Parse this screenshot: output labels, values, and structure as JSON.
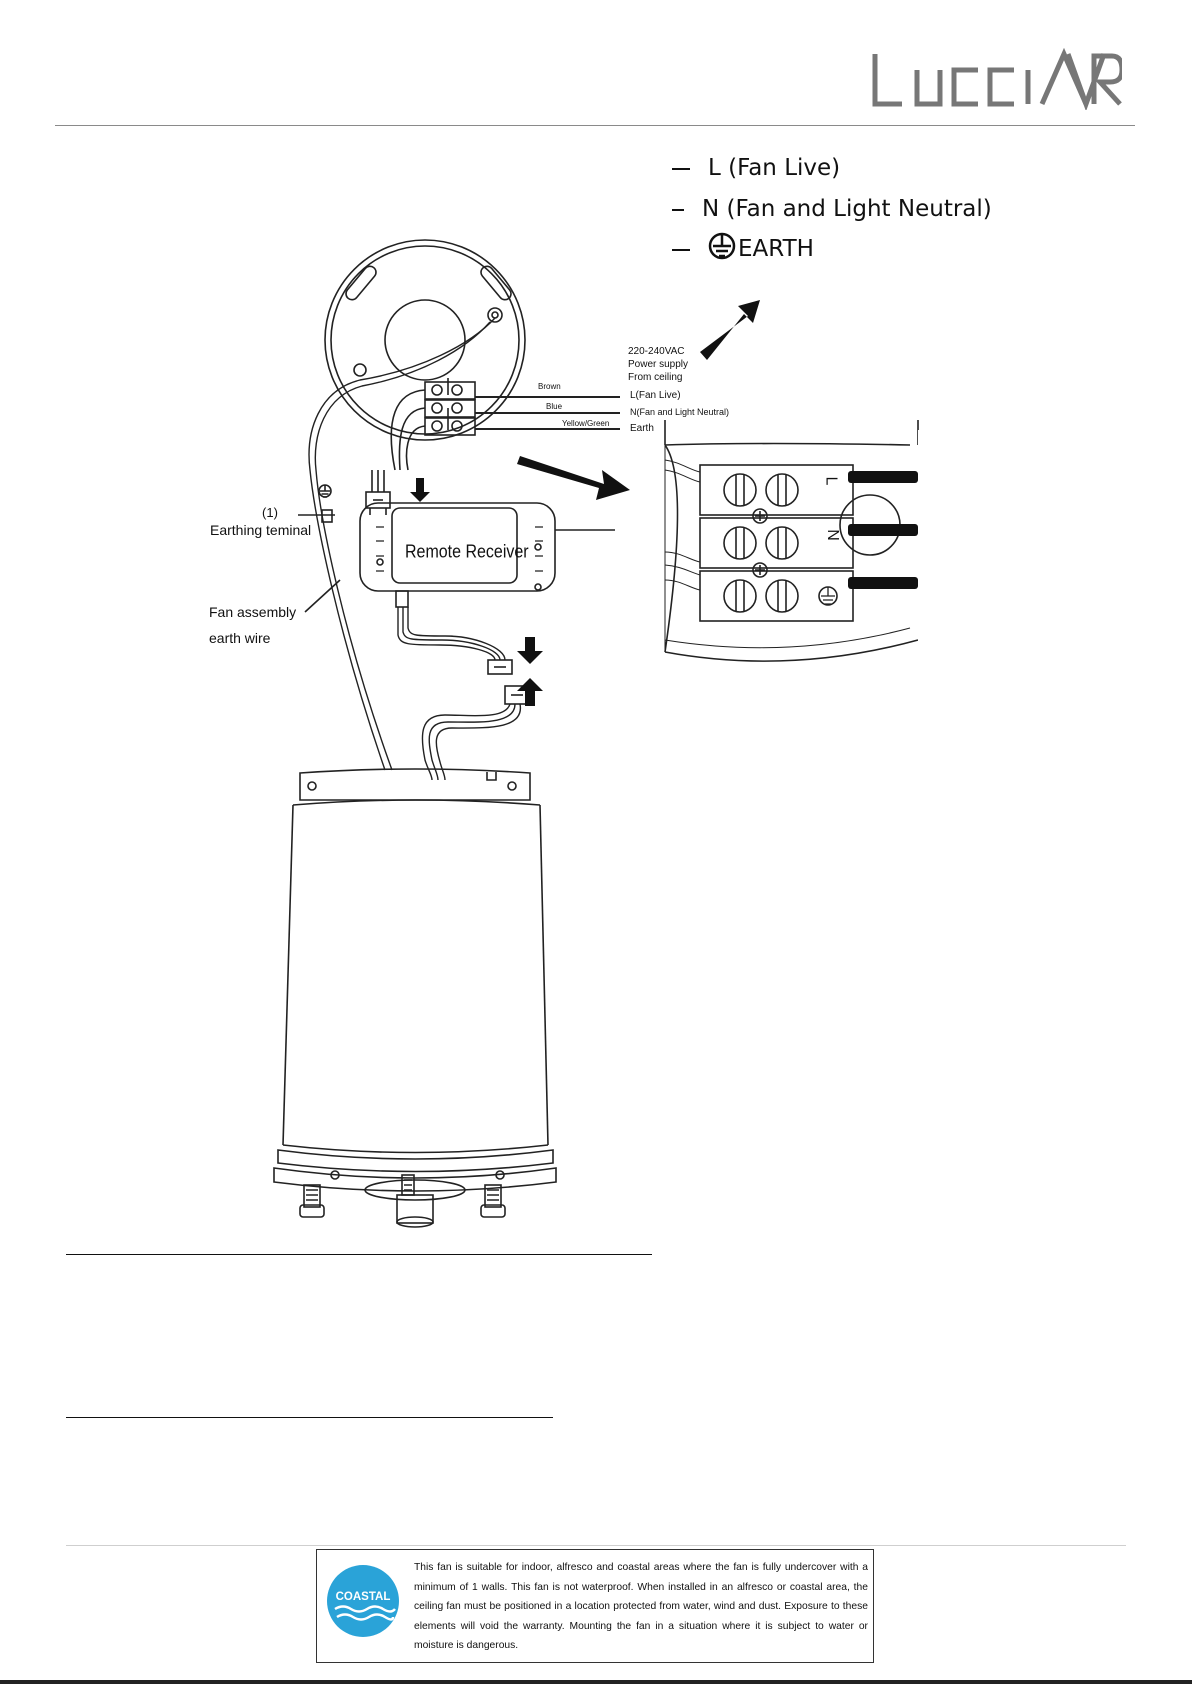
{
  "legend": {
    "line1": "L (Fan Live)",
    "line2": "N (Fan and Light Neutral)",
    "line3": "EARTH"
  },
  "power": {
    "line1": "220-240VAC",
    "line2": "Power supply",
    "line3": "From ceiling"
  },
  "wires": {
    "brown": "Brown",
    "blue": "Blue",
    "yellow_green": "Yellow/Green",
    "live_label": "L(Fan Live)",
    "neutral_label": "N(Fan and Light Neutral)",
    "earth_label": "Earth"
  },
  "terminal": {
    "number": "1",
    "label": "Earthing teminal"
  },
  "receiver_label": "Remote Receiver",
  "earth_wire": {
    "line1": "Fan assembly",
    "line2": "earth wire"
  },
  "zoom_block": {
    "l": "L",
    "n": "N"
  },
  "notice": {
    "badge": "COASTAL",
    "text": "This fan is suitable for indoor, alfresco and coastal areas where the fan is fully undercover with a minimum of 1 walls. This fan is not waterproof. When installed in an alfresco or coastal area, the ceiling fan must be positioned in a location protected from water, wind and dust. Exposure to these elements will void the warranty. Mounting the fan in a situation where it is subject to water or moisture is dangerous."
  },
  "colors": {
    "coastal_blue": "#2aa3d8",
    "rule_gray": "#8a8a8a"
  }
}
